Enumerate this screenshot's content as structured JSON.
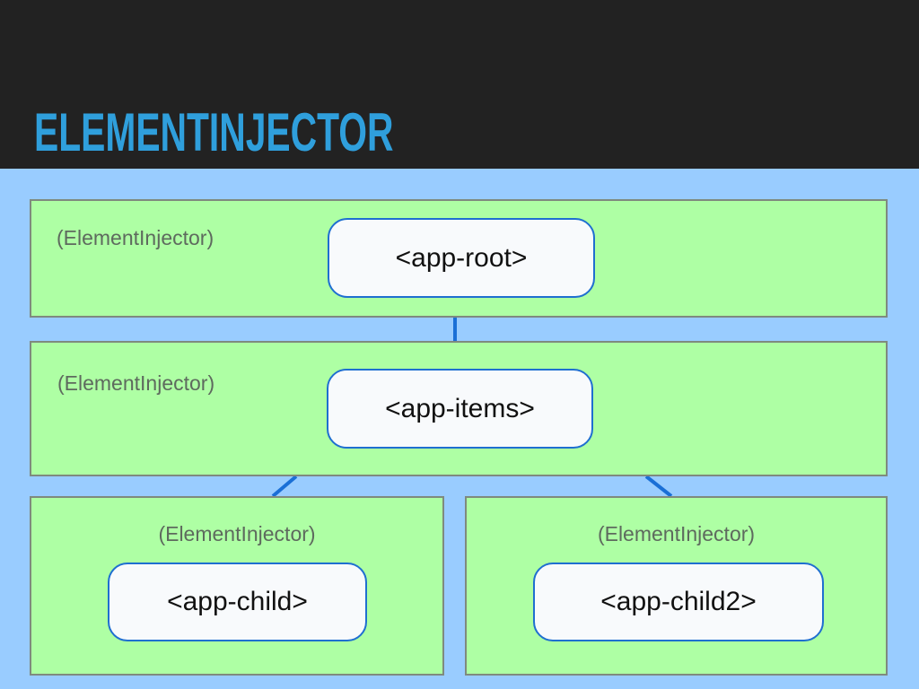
{
  "slide": {
    "title": "ELEMENTINJECTOR"
  },
  "diagram": {
    "colors": {
      "background": "#99ccff",
      "injector_box": "#aeffa4",
      "component_border": "#1f6fd0",
      "connector": "#1a6fd6",
      "title": "#2f9fdc"
    },
    "injectors": [
      {
        "label": "(ElementInjector)",
        "component": "<app-root>"
      },
      {
        "label": "(ElementInjector)",
        "component": "<app-items>"
      },
      {
        "label": "(ElementInjector)",
        "component": "<app-child>"
      },
      {
        "label": "(ElementInjector)",
        "component": "<app-child2>"
      }
    ],
    "edges": [
      [
        "<app-root>",
        "<app-items>"
      ],
      [
        "<app-items>",
        "<app-child>"
      ],
      [
        "<app-items>",
        "<app-child2>"
      ]
    ]
  }
}
